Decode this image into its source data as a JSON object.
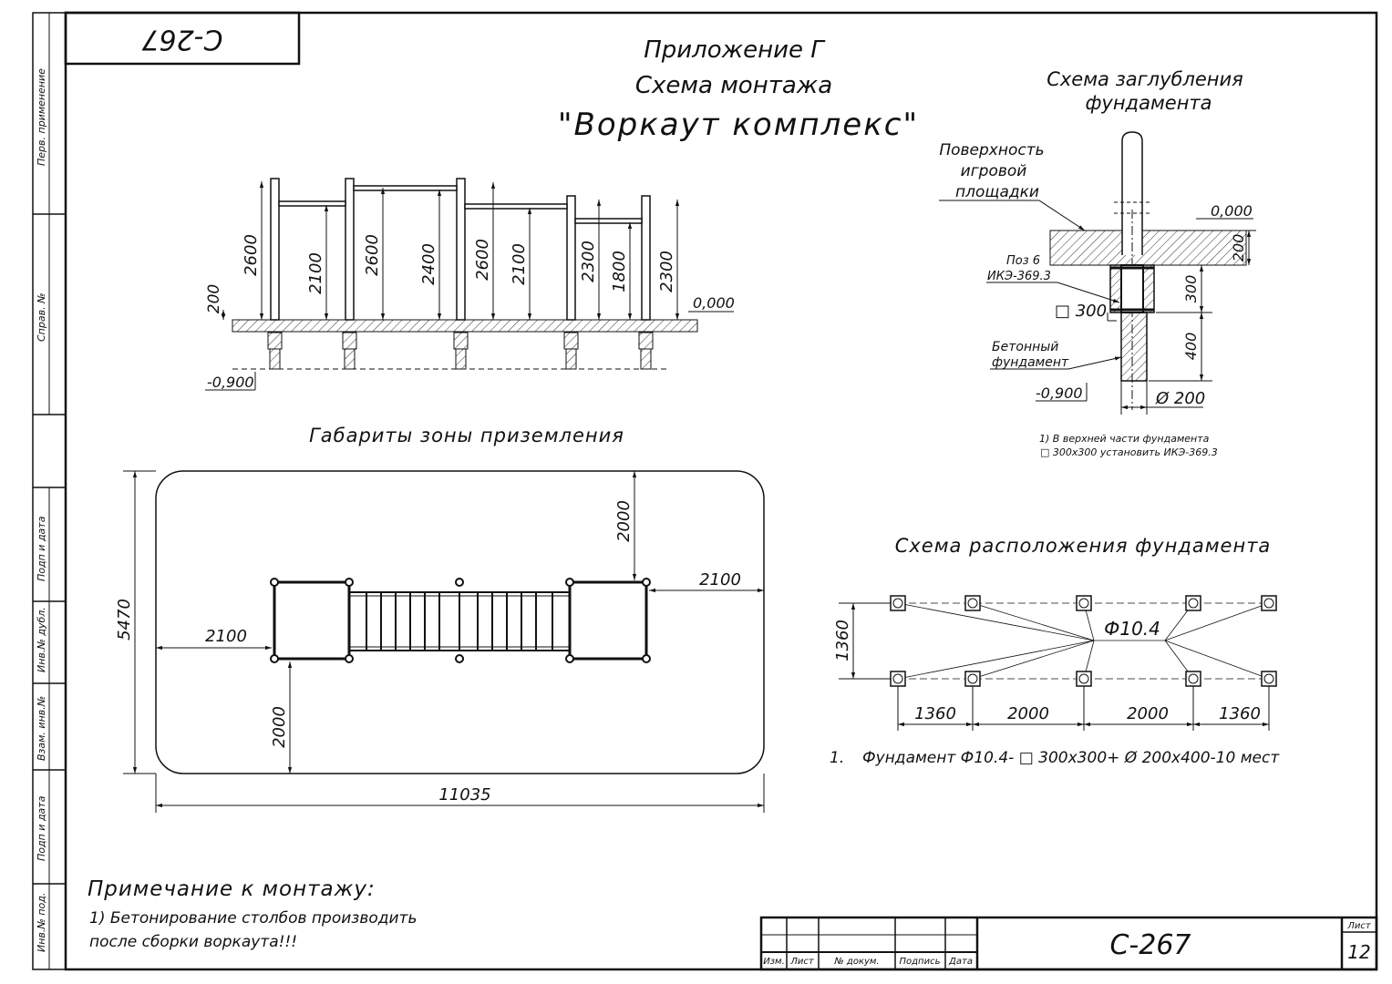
{
  "sheet": {
    "code_rotated": "С-267",
    "code": "С-267",
    "sheet_label": "Лист",
    "sheet_number": "12"
  },
  "side_stamp": [
    "Перв. применение",
    "Справ. №",
    "Подп и дата",
    "Инв.№ дубл.",
    "Взам. инв.№",
    "Подп и дата",
    "Инв.№ под."
  ],
  "title": {
    "line1": "Приложение Г",
    "line2": "Схема монтажа",
    "line3": "\"Воркаут комплекс\""
  },
  "elevation": {
    "heights": [
      "2600",
      "2100",
      "2600",
      "2400",
      "2600",
      "2100",
      "2300",
      "1800",
      "2300"
    ],
    "base": "200",
    "zero": "0,000",
    "depth": "-0,900"
  },
  "depth_scheme": {
    "title_line1": "Схема заглубления",
    "title_line2": "фундамента",
    "surface_line1": "Поверхность",
    "surface_line2": "игровой",
    "surface_line3": "площадки",
    "zero": "0,000",
    "d200": "200",
    "d300": "300",
    "d400": "400",
    "pos_line1": "Поз 6",
    "pos_line2": "ИКЭ-369.3",
    "sq300": "□ 300",
    "concrete_line1": "Бетонный",
    "concrete_line2": "фундамент",
    "depth": "-0,900",
    "diam": "Ø 200",
    "note_line1": "1) В верхней части фундамента",
    "note_line2": "□ 300х300 установить ИКЭ-369.3"
  },
  "landing_zone": {
    "title": "Габариты зоны приземления",
    "height": "5470",
    "top_margin": "2000",
    "right_margin": "2100",
    "left_margin": "2100",
    "bottom_margin": "2000",
    "width": "11035"
  },
  "foundation_layout": {
    "title": "Схема расположения фундамента",
    "mark": "Ф10.4",
    "row_spacing": "1360",
    "spacings": [
      "1360",
      "2000",
      "2000",
      "1360"
    ],
    "note_num": "1.",
    "note_text": "Фундамент Ф10.4- □ 300х300+ Ø 200х400-10 мест"
  },
  "install_note": {
    "heading": "Примечание к монтажу:",
    "line1": "1) Бетонирование столбов производить",
    "line2": "после сборки воркаута!!!"
  },
  "title_block": {
    "cols": [
      "Изм.",
      "Лист",
      "№ докум.",
      "Подпись",
      "Дата"
    ]
  }
}
